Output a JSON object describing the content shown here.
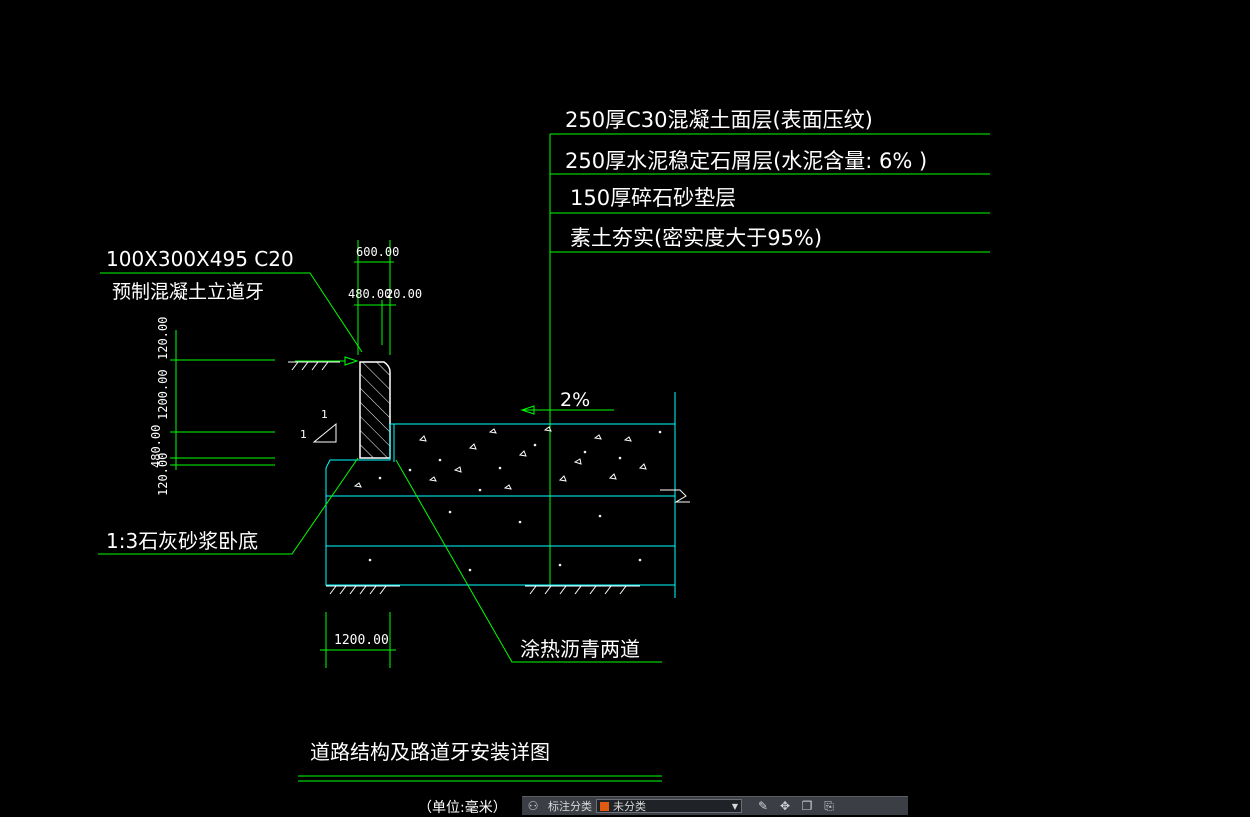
{
  "drawing": {
    "title": "道路结构及路道牙安装详图",
    "unit_note": "（单位:毫米）",
    "layers": [
      "250厚C30混凝土面层(表面压纹)",
      "250厚水泥稳定石屑层(水泥含量: 6% )",
      "150厚碎石砂垫层",
      "素土夯实(密实度大于95%)"
    ],
    "curb_spec_line1": "100X300X495  C20",
    "curb_spec_line2": "预制混凝土立道牙",
    "mortar_note": "1:3石灰砂浆卧底",
    "asphalt_note": "涂热沥青两道",
    "slope": "2%",
    "slope_ratio_v": "1",
    "slope_ratio_h": "1",
    "dims": {
      "top_total": "600.00",
      "top_left": "480.00",
      "top_right": "20.00",
      "left_a": "120.00",
      "left_b": "1200.00",
      "left_c": "480.00",
      "left_d": "120.00",
      "bottom": "1200.00"
    },
    "colors": {
      "leader": "#00ff00",
      "outline": "#00ffff",
      "text": "#ffffff",
      "hatch": "#ffffff"
    }
  },
  "toolbar": {
    "tool_icon": "layers-icon",
    "label": "标注分类",
    "selected_value": "未分类",
    "swatch_color": "#e05a10",
    "buttons": [
      "edit-icon",
      "move-icon",
      "copy-icon",
      "paste-icon"
    ]
  }
}
